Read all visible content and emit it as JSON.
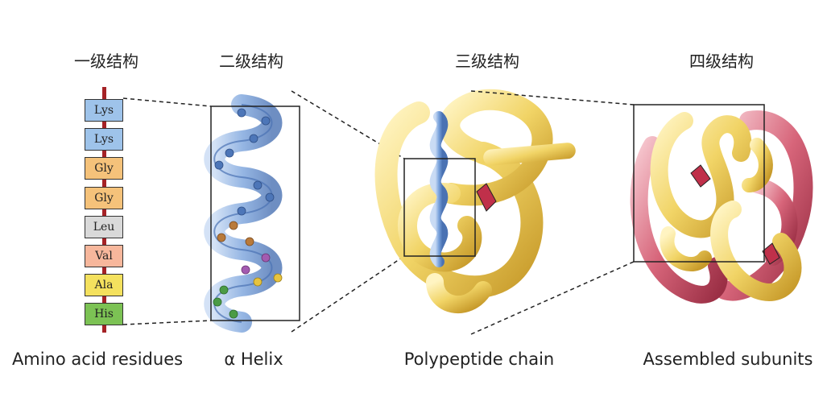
{
  "levels": [
    {
      "heading": "一级结构",
      "caption": "Amino acid residues"
    },
    {
      "heading": "二级结构",
      "caption": "α Helix"
    },
    {
      "heading": "三级结构",
      "caption": "Polypeptide chain"
    },
    {
      "heading": "四级结构",
      "caption": "Assembled subunits"
    }
  ],
  "residues": [
    {
      "name": "Lys",
      "color": "#9ec3ea"
    },
    {
      "name": "Lys",
      "color": "#9ec3ea"
    },
    {
      "name": "Gly",
      "color": "#f5c27a"
    },
    {
      "name": "Gly",
      "color": "#f5c27a"
    },
    {
      "name": "Leu",
      "color": "#d9d9d9"
    },
    {
      "name": "Val",
      "color": "#f7b79c"
    },
    {
      "name": "Ala",
      "color": "#f4e15e"
    },
    {
      "name": "His",
      "color": "#7cc254"
    }
  ],
  "colors": {
    "backbone": "#a52226",
    "helix": "#7aa3dc",
    "chain_yellow": "#f1d466",
    "chain_red": "#d7657a"
  }
}
